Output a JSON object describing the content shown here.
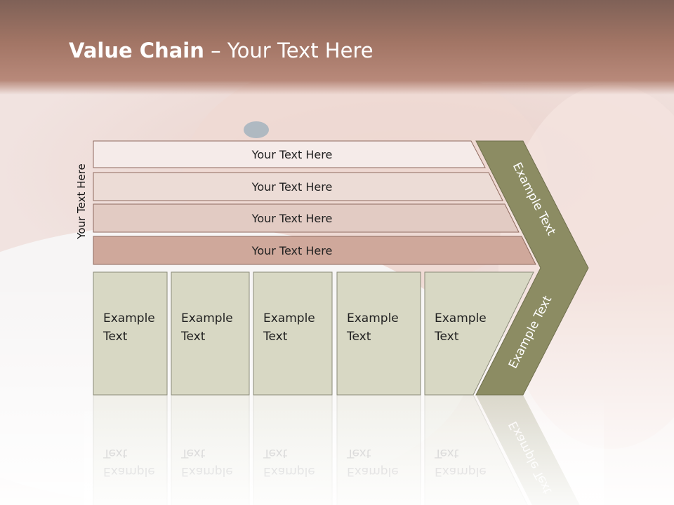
{
  "slide": {
    "title_bold": "Value Chain",
    "title_rest": " – Your Text Here",
    "side_label": "Your Text Here"
  },
  "bands": [
    {
      "label": "Your Text Here",
      "fill": "#f5ebe9"
    },
    {
      "label": "Your Text Here",
      "fill": "#ecdcd6"
    },
    {
      "label": "Your Text Here",
      "fill": "#e2cbc3"
    },
    {
      "label": "Your Text Here",
      "fill": "#cfa89b"
    }
  ],
  "columns": [
    {
      "line1": "Example",
      "line2": "Text"
    },
    {
      "line1": "Example",
      "line2": "Text"
    },
    {
      "line1": "Example",
      "line2": "Text"
    },
    {
      "line1": "Example",
      "line2": "Text"
    },
    {
      "line1": "Example",
      "line2": "Text"
    }
  ],
  "chevron": {
    "upper_label": "Example Text",
    "lower_label": "Example Text",
    "fill": "#8c8c63"
  },
  "colors": {
    "column_fill": "#d8d8c4",
    "column_stroke": "#8a8a78",
    "band_stroke": "#8f6a5f"
  }
}
